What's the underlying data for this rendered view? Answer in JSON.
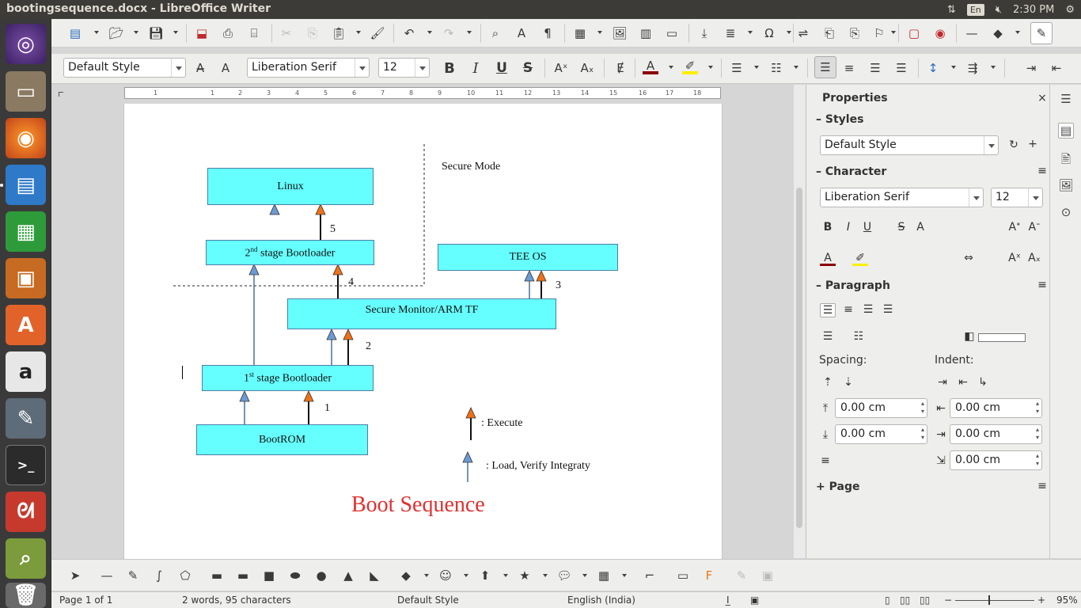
{
  "window": {
    "title": "bootingsequence.docx - LibreOffice Writer"
  },
  "tray": {
    "lang": "En",
    "time": "2:30 PM"
  },
  "launcher": {
    "items": [
      "ubuntu-dash",
      "files",
      "firefox",
      "writer",
      "calc",
      "impress",
      "software-center",
      "amazon",
      "system-settings",
      "terminal",
      "document-viewer",
      "image-viewer",
      "trash"
    ]
  },
  "formatting": {
    "paragraph_style": "Default Style",
    "font_name": "Liberation Serif",
    "font_size": "12",
    "bold_glyph": "B",
    "italic_glyph": "I",
    "underline_glyph": "U",
    "strike_glyph": "S"
  },
  "ruler": {
    "numbers": [
      "1",
      "1",
      "2",
      "3",
      "4",
      "5",
      "6",
      "7",
      "8",
      "9",
      "10",
      "11",
      "12",
      "13",
      "14",
      "15",
      "16",
      "17",
      "18"
    ]
  },
  "diagram": {
    "secure_mode": "Secure Mode",
    "linux": "Linux",
    "second_stage_prefix": "2",
    "second_stage_sup": "nd",
    "second_stage_suffix": " stage Bootloader",
    "tee_os": "TEE OS",
    "secure_monitor": "Secure Monitor/ARM TF",
    "first_stage_prefix": "1",
    "first_stage_sup": "st",
    "first_stage_suffix": " stage Bootloader",
    "bootrom": "BootROM",
    "step1": "1",
    "step2": "2",
    "step3": "3",
    "step4": "4",
    "step5": "5",
    "legend_execute": ": Execute",
    "legend_load": ": Load, Verify Integraty",
    "caption": "Boot Sequence",
    "caption_color": "#e03030",
    "execute_arrow_color": "#f07018",
    "load_arrow_color": "#6c9bd2",
    "box_fill": "#66ffff"
  },
  "sidebar": {
    "title": "Properties",
    "styles_label": "Styles",
    "style_value": "Default Style",
    "character_label": "Character",
    "font_name": "Liberation Serif",
    "font_size": "12",
    "paragraph_label": "Paragraph",
    "spacing_label": "Spacing:",
    "indent_label": "Indent:",
    "above_spacing": "0.00 cm",
    "below_spacing": "0.00 cm",
    "before_indent": "0.00 cm",
    "after_indent": "0.00 cm",
    "first_line_indent": "0.00 cm",
    "page_label": "Page"
  },
  "status": {
    "page": "Page 1 of 1",
    "words": "2 words, 95 characters",
    "style": "Default Style",
    "language": "English (India)",
    "zoom": "95%"
  }
}
